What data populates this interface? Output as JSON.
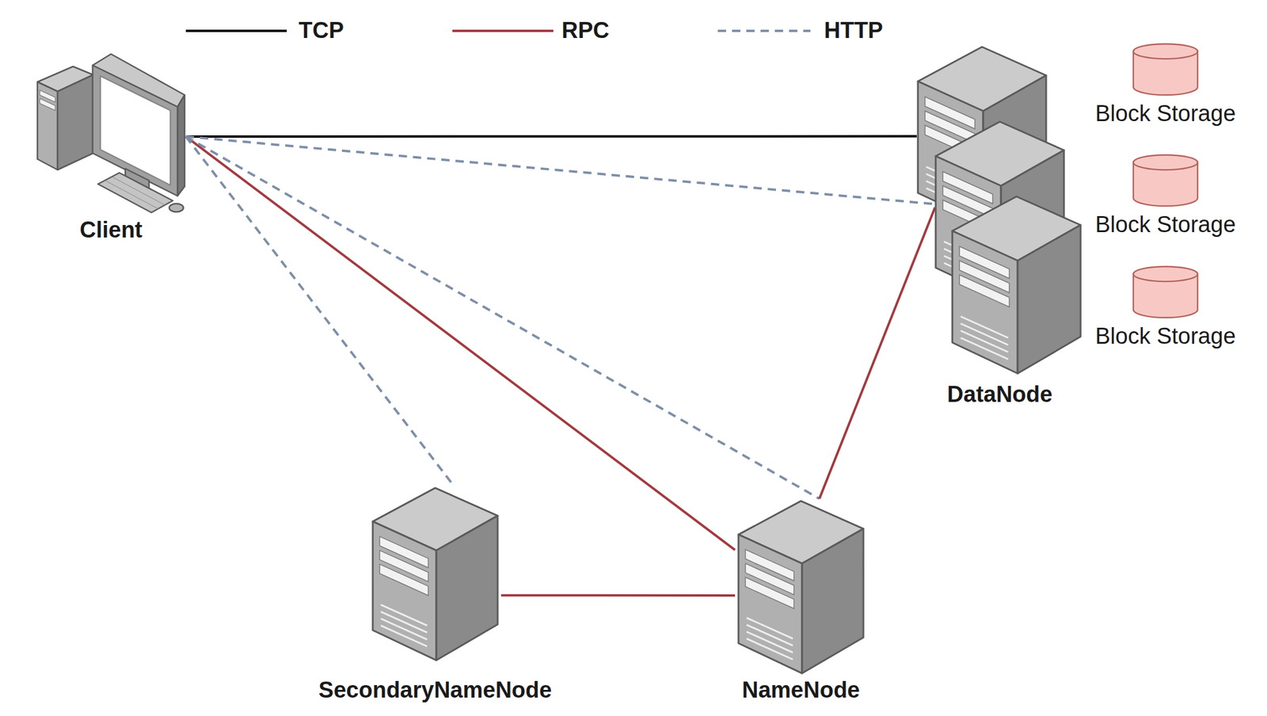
{
  "diagram": {
    "nodes": [
      {
        "text": [
          "Client"
        ]
      },
      {
        "text": [
          "DataNode"
        ]
      },
      {
        "text": [
          "Block Storage"
        ]
      },
      {
        "text": [
          "Block Storage"
        ]
      },
      {
        "text": [
          "Block Storage"
        ]
      },
      {
        "text": [
          "SecondaryNameNode"
        ]
      },
      {
        "text": [
          "NameNode"
        ]
      }
    ],
    "edges": [
      {
        "from": 0,
        "to": 1,
        "arrow": "none"
      },
      {
        "from": 0,
        "to": 1,
        "arrow": "none"
      },
      {
        "from": 0,
        "to": 6,
        "arrow": "none"
      },
      {
        "from": 0,
        "to": 6,
        "arrow": "none"
      },
      {
        "from": 0,
        "to": 5,
        "arrow": "none"
      },
      {
        "from": 1,
        "to": 6,
        "arrow": "none"
      },
      {
        "from": 5,
        "to": 6,
        "arrow": "none"
      }
    ],
    "legend": [
      {
        "text": "TCP"
      },
      {
        "text": "RPC"
      },
      {
        "text": "HTTP"
      }
    ]
  }
}
